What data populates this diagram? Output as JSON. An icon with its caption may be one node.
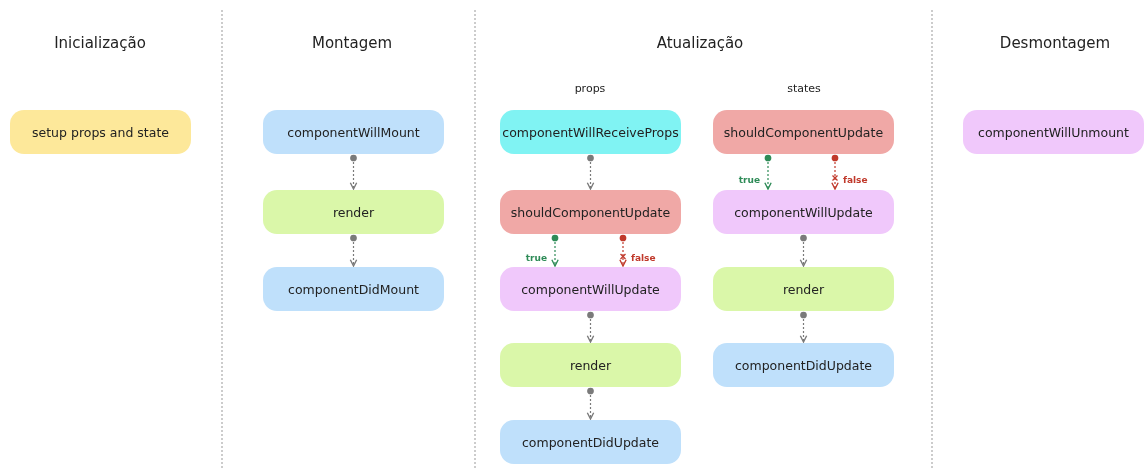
{
  "diagram": {
    "nodes": [
      {
        "text": [
          "setup props and state"
        ]
      },
      {
        "text": [
          "componentWillMount"
        ]
      },
      {
        "text": [
          "render"
        ]
      },
      {
        "text": [
          "componentDidMount"
        ]
      },
      {
        "text": [
          "componentWillReceiveProps"
        ]
      },
      {
        "text": [
          "shouldComponentUpdate"
        ]
      },
      {
        "text": [
          "componentWillUpdate"
        ]
      },
      {
        "text": [
          "render"
        ]
      },
      {
        "text": [
          "componentDidUpdate"
        ]
      },
      {
        "text": [
          "shouldComponentUpdate"
        ]
      },
      {
        "text": [
          "componentWillUpdate"
        ]
      },
      {
        "text": [
          "render"
        ]
      },
      {
        "text": [
          "componentDidUpdate"
        ]
      },
      {
        "text": [
          "componentWillUnmount"
        ]
      }
    ],
    "edges": [
      {
        "from": 1,
        "to": 2,
        "arrow": "to",
        "style": "dashed"
      },
      {
        "from": 2,
        "to": 3,
        "arrow": "to",
        "style": "dashed"
      },
      {
        "from": 4,
        "to": 5,
        "arrow": "to",
        "style": "dashed"
      },
      {
        "from": 5,
        "to": 6,
        "arrow": "to",
        "style": "dashed",
        "label": "true",
        "color": "#2e8b57"
      },
      {
        "from": 5,
        "to": 6,
        "arrow": "to",
        "style": "dashed",
        "label": "false",
        "color": "#c0392b"
      },
      {
        "from": 6,
        "to": 7,
        "arrow": "to",
        "style": "dashed"
      },
      {
        "from": 7,
        "to": 8,
        "arrow": "to",
        "style": "dashed"
      },
      {
        "from": 9,
        "to": 10,
        "arrow": "to",
        "style": "dashed",
        "label": "true",
        "color": "#2e8b57"
      },
      {
        "from": 9,
        "to": 10,
        "arrow": "to",
        "style": "dashed",
        "label": "false",
        "color": "#c0392b"
      },
      {
        "from": 10,
        "to": 11,
        "arrow": "to",
        "style": "dashed"
      },
      {
        "from": 11,
        "to": 12,
        "arrow": "to",
        "style": "dashed"
      }
    ],
    "labels": [
      "Inicialização",
      "Montagem",
      "Atualização",
      "Desmontagem",
      "props",
      "states"
    ]
  }
}
